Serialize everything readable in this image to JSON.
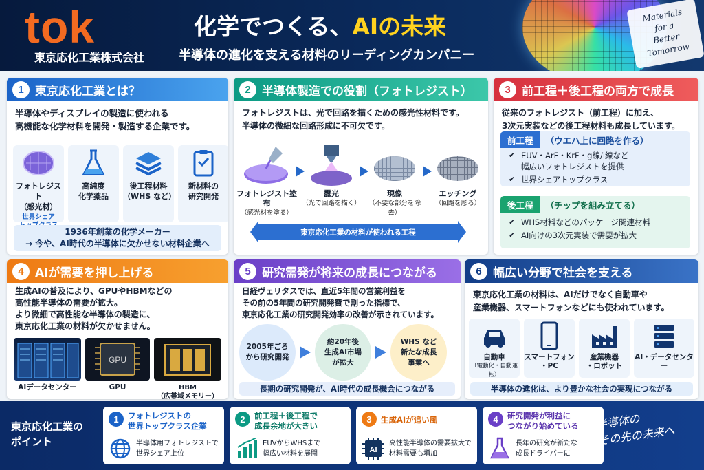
{
  "header": {
    "logo": "tok",
    "company": "東京応化工業株式会社",
    "title_pre": "化学でつくる、",
    "title_hl": "AIの未来",
    "subtitle": "半導体の進化を支える材料のリーディングカンパニー",
    "tagline": [
      "Materials",
      "for a",
      "Better Tomorrow"
    ]
  },
  "p1": {
    "num": "1",
    "title": "東京応化工業とは？",
    "desc": [
      "半導体やディスプレイの製造に使われる",
      "高機能な化学材料を開発・製造する企業です。"
    ],
    "tiles": [
      {
        "icon": "wafer-icon",
        "label": "フォトレジスト\n（感光材）",
        "sub": "世界シェア\nトップクラス"
      },
      {
        "icon": "flask-icon",
        "label": "高純度\n化学薬品",
        "sub": ""
      },
      {
        "icon": "layers-icon",
        "label": "後工程材料\n（WHS など）",
        "sub": ""
      },
      {
        "icon": "clipboard-icon",
        "label": "新材料の\n研究開発",
        "sub": ""
      }
    ],
    "note": [
      "1936年創業の化学メーカー",
      "→ 今や、AI時代の半導体に欠かせない材料企業へ"
    ]
  },
  "p2": {
    "num": "2",
    "title": "半導体製造での役割（フォトレジスト）",
    "desc": [
      "フォトレジストは、光で回路を描くための感光性材料です。",
      "半導体の微細な回路形成に不可欠です。"
    ],
    "steps": [
      {
        "label": "フォトレジスト塗布",
        "cap": "（感光材を塗る）"
      },
      {
        "label": "露光",
        "cap": "（光で回路を描く）"
      },
      {
        "label": "現像",
        "cap": "（不要な部分を除去）"
      },
      {
        "label": "エッチング",
        "cap": "（回路を彫る）"
      }
    ],
    "bar": "東京応化工業の材料が使われる工程"
  },
  "p3": {
    "num": "3",
    "title": "前工程＋後工程の両方で成長",
    "desc": [
      "従来のフォトレジスト（前工程）に加え、",
      "3次元実装などの後工程材料も成長しています。"
    ],
    "front": {
      "tag": "前工程",
      "text": "（ウエハ上に回路を作る）",
      "items": [
        "EUV・ArF・KrF・g線/i線など\n幅広いフォトレジストを提供",
        "世界シェアトップクラス"
      ]
    },
    "back": {
      "tag": "後工程",
      "text": "（チップを組み立てる）",
      "items": [
        "WHS材料などのパッケージ関連材料",
        "AI向けの3次元実装で需要が拡大"
      ]
    }
  },
  "p4": {
    "num": "4",
    "title": "AIが需要を押し上げる",
    "desc": [
      "生成AIの普及により、GPUやHBMなどの",
      "高性能半導体の需要が拡大。",
      "より微細で高性能な半導体の製造に、",
      "東京応化工業の材料が欠かせません。"
    ],
    "chip_text": "GPU",
    "images": [
      {
        "label": "AIデータセンター"
      },
      {
        "label": "GPU"
      },
      {
        "label": "HBM\n（広帯域メモリー）"
      }
    ]
  },
  "p5": {
    "num": "5",
    "title": "研究需発が将来の成長につながる",
    "desc": [
      "日経ヴェリタスでは、直近5年間の営業利益を",
      "その前の5年間の研究開発費で割った指標で、",
      "東京応化工業の研究開発効率の改善が示されています。"
    ],
    "circles": [
      "2005年ごろ\nから研究開発",
      "約20年後\n生成AI市場\nが拡大",
      "WHS など\n新たな成長\n事業へ"
    ],
    "note": "長期の研究開発が、AI時代の成長機会につながる"
  },
  "p6": {
    "num": "6",
    "title": "幅広い分野で社会を支える",
    "desc": [
      "東京応化工業の材料は、AIだけでなく自動車や",
      "産業機器、スマートフォンなどにも使われています。"
    ],
    "tiles": [
      {
        "icon": "car-icon",
        "label": "自動車",
        "sub": "（電動化・自動運転）"
      },
      {
        "icon": "smartphone-icon",
        "label": "スマートフォン\n・PC",
        "sub": ""
      },
      {
        "icon": "factory-icon",
        "label": "産業機器\n・ロボット",
        "sub": ""
      },
      {
        "icon": "server-icon",
        "label": "AI・データセンター",
        "sub": ""
      }
    ],
    "note": "半導体の進化は、より豊かな社会の実現につながる"
  },
  "footer": {
    "title": "東京応化工業の\nポイント",
    "cards": [
      {
        "num": "1",
        "color": "#1b63c8",
        "title": "フォトレジストの\n世界トップクラス企業",
        "icon": "globe-icon",
        "desc": "半導体用フォトレジストで\n世界シェア上位"
      },
      {
        "num": "2",
        "color": "#0c9a84",
        "title": "前工程＋後工程で\n成長余地が大きい",
        "icon": "bar-chart-icon",
        "desc": "EUVからWHSまで\n幅広い材料を展開"
      },
      {
        "num": "3",
        "color": "#ee7a14",
        "title": "生成AIが追い風",
        "icon": "ai-chip-icon",
        "desc": "高性能半導体の需要拡大で\n材料需要も増加",
        "chip": "AI"
      },
      {
        "num": "4",
        "color": "#6a3fc7",
        "title": "研究開発が利益に\nつながり始めている",
        "icon": "flask-icon",
        "desc": "長年の研究が新たな\n成長ドライバーに"
      }
    ],
    "hand": "半導体の\nその先の未来へ"
  }
}
